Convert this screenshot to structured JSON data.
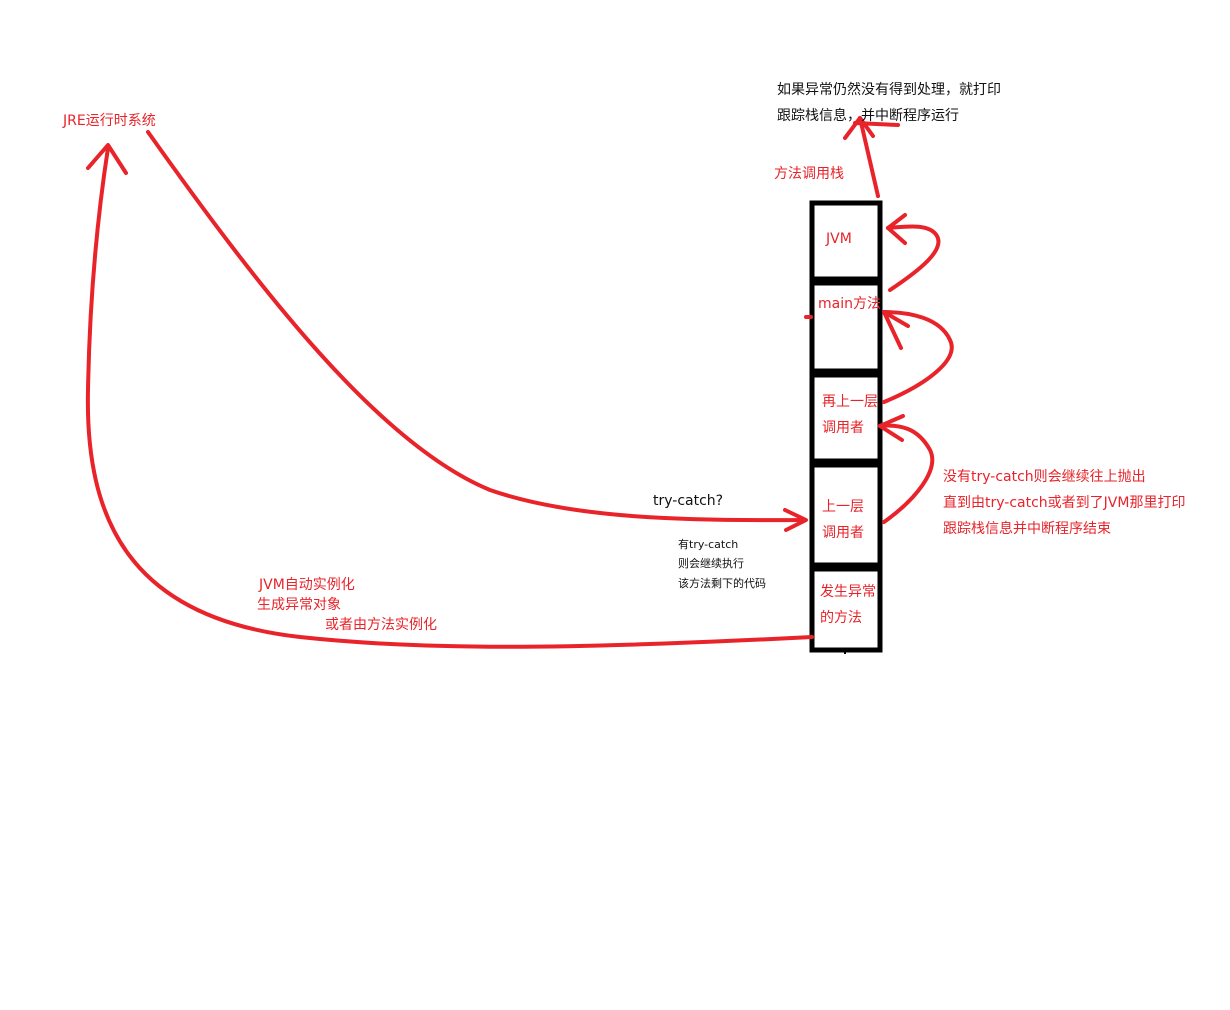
{
  "colors": {
    "ink_red": "#e8232a",
    "ink_black": "#000000",
    "background": "#ffffff"
  },
  "jre_label": "JRE运行时系统",
  "top_note": {
    "line1": "如果异常仍然没有得到处理，就打印",
    "line2": "跟踪栈信息，并中断程序运行"
  },
  "stack_title": "方法调用栈",
  "stack_frames": [
    {
      "line1": "JVM",
      "line2": ""
    },
    {
      "line1": "main方法",
      "line2": ""
    },
    {
      "line1": "再上一层",
      "line2": "调用者"
    },
    {
      "line1": "上一层",
      "line2": "调用者"
    },
    {
      "line1": "发生异常",
      "line2": "的方法"
    }
  ],
  "propagation_note": {
    "line1": "没有try-catch则会继续往上抛出",
    "line2": "直到由try-catch或者到了JVM那里打印",
    "line3": "跟踪栈信息并中断程序结束"
  },
  "try_catch_question": "try-catch?",
  "try_catch_note": {
    "line1": "有try-catch",
    "line2": "则会继续执行",
    "line3": "该方法剩下的代码"
  },
  "instantiation_note": {
    "line1": "JVM自动实例化",
    "line2": "生成异常对象",
    "line3": "或者由方法实例化"
  }
}
